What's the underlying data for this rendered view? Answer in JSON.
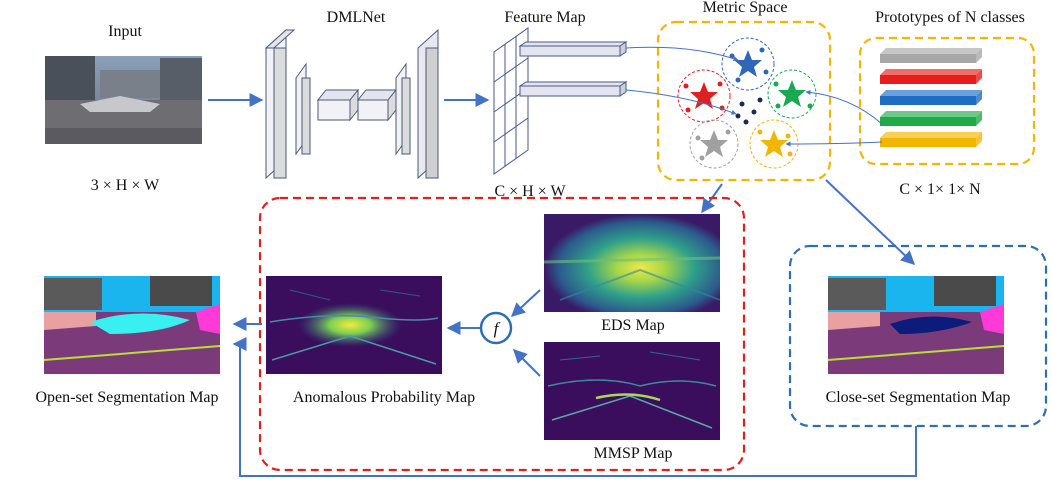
{
  "labels": {
    "input": "Input",
    "input_dims": "3 × H × W",
    "dmlnet": "DMLNet",
    "feature_map": "Feature Map",
    "feature_dims": "C × H × W",
    "metric_space": "Metric Space",
    "prototypes": "Prototypes of N classes",
    "prototype_dims": "C × 1× 1× N",
    "eds_map": "EDS Map",
    "mmsp_map": "MMSP Map",
    "fusion": "f",
    "anomalous_map": "Anomalous Probability Map",
    "open_set": "Open-set Segmentation Map",
    "close_set": "Close-set Segmentation Map"
  },
  "colors": {
    "arrow": "#4472c4",
    "red_box": "#e02020",
    "blue_box": "#2f6fb0",
    "yellow_box": "#f2b600",
    "class_blue": "#3066b8",
    "class_red": "#e02020",
    "class_green": "#1aa850",
    "class_yellow": "#f2b600",
    "class_gray": "#a0a0a0",
    "seg_purple": "#7b3b7b",
    "seg_sky": "#1ab4ee",
    "seg_cyan": "#38f0f0",
    "seg_navy": "#0c1c7a",
    "heat_bg": "#3a0e5c",
    "heat_yellow": "#e8e23a"
  },
  "prototype_colors": [
    "#a8a8a8",
    "#e61e1e",
    "#1f6cc4",
    "#22aa4a",
    "#f2b600"
  ]
}
